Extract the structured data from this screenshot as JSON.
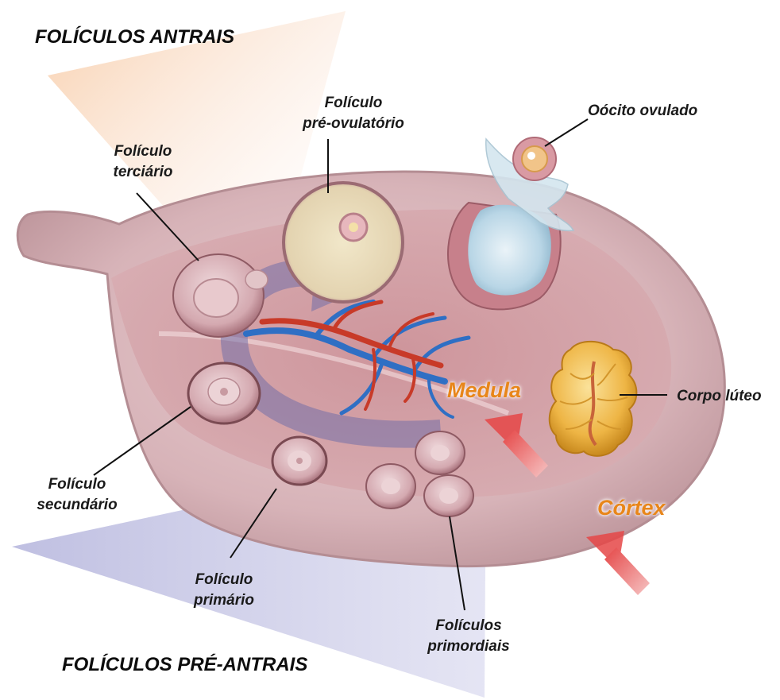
{
  "headers": {
    "antral": "FOLÍCULOS ANTRAIS",
    "preantral": "FOLÍCULOS PRÉ-ANTRAIS"
  },
  "labels": {
    "pre_ovulatory": {
      "line1": "Folículo",
      "line2": "pré-ovulatório"
    },
    "ovulated_oocyte": "Oócito ovulado",
    "tertiary": {
      "line1": "Folículo",
      "line2": "terciário"
    },
    "corpus_luteum": "Corpo lúteo",
    "secondary": {
      "line1": "Folículo",
      "line2": "secundário"
    },
    "primary": {
      "line1": "Folículo",
      "line2": "primário"
    },
    "primordial": {
      "line1": "Folículos",
      "line2": "primordiais"
    }
  },
  "zones": {
    "medulla": "Medula",
    "cortex": "Córtex"
  },
  "colors": {
    "zone_text": "#e8861a",
    "arrow_red": "#e84b4b",
    "cycle_arrow": "#6a6aa8",
    "ovary_tissue": "#d9b4b8",
    "vessel_artery": "#c83a28",
    "vessel_vein": "#2f6fc4",
    "corpus_luteum": "#e8a832"
  }
}
